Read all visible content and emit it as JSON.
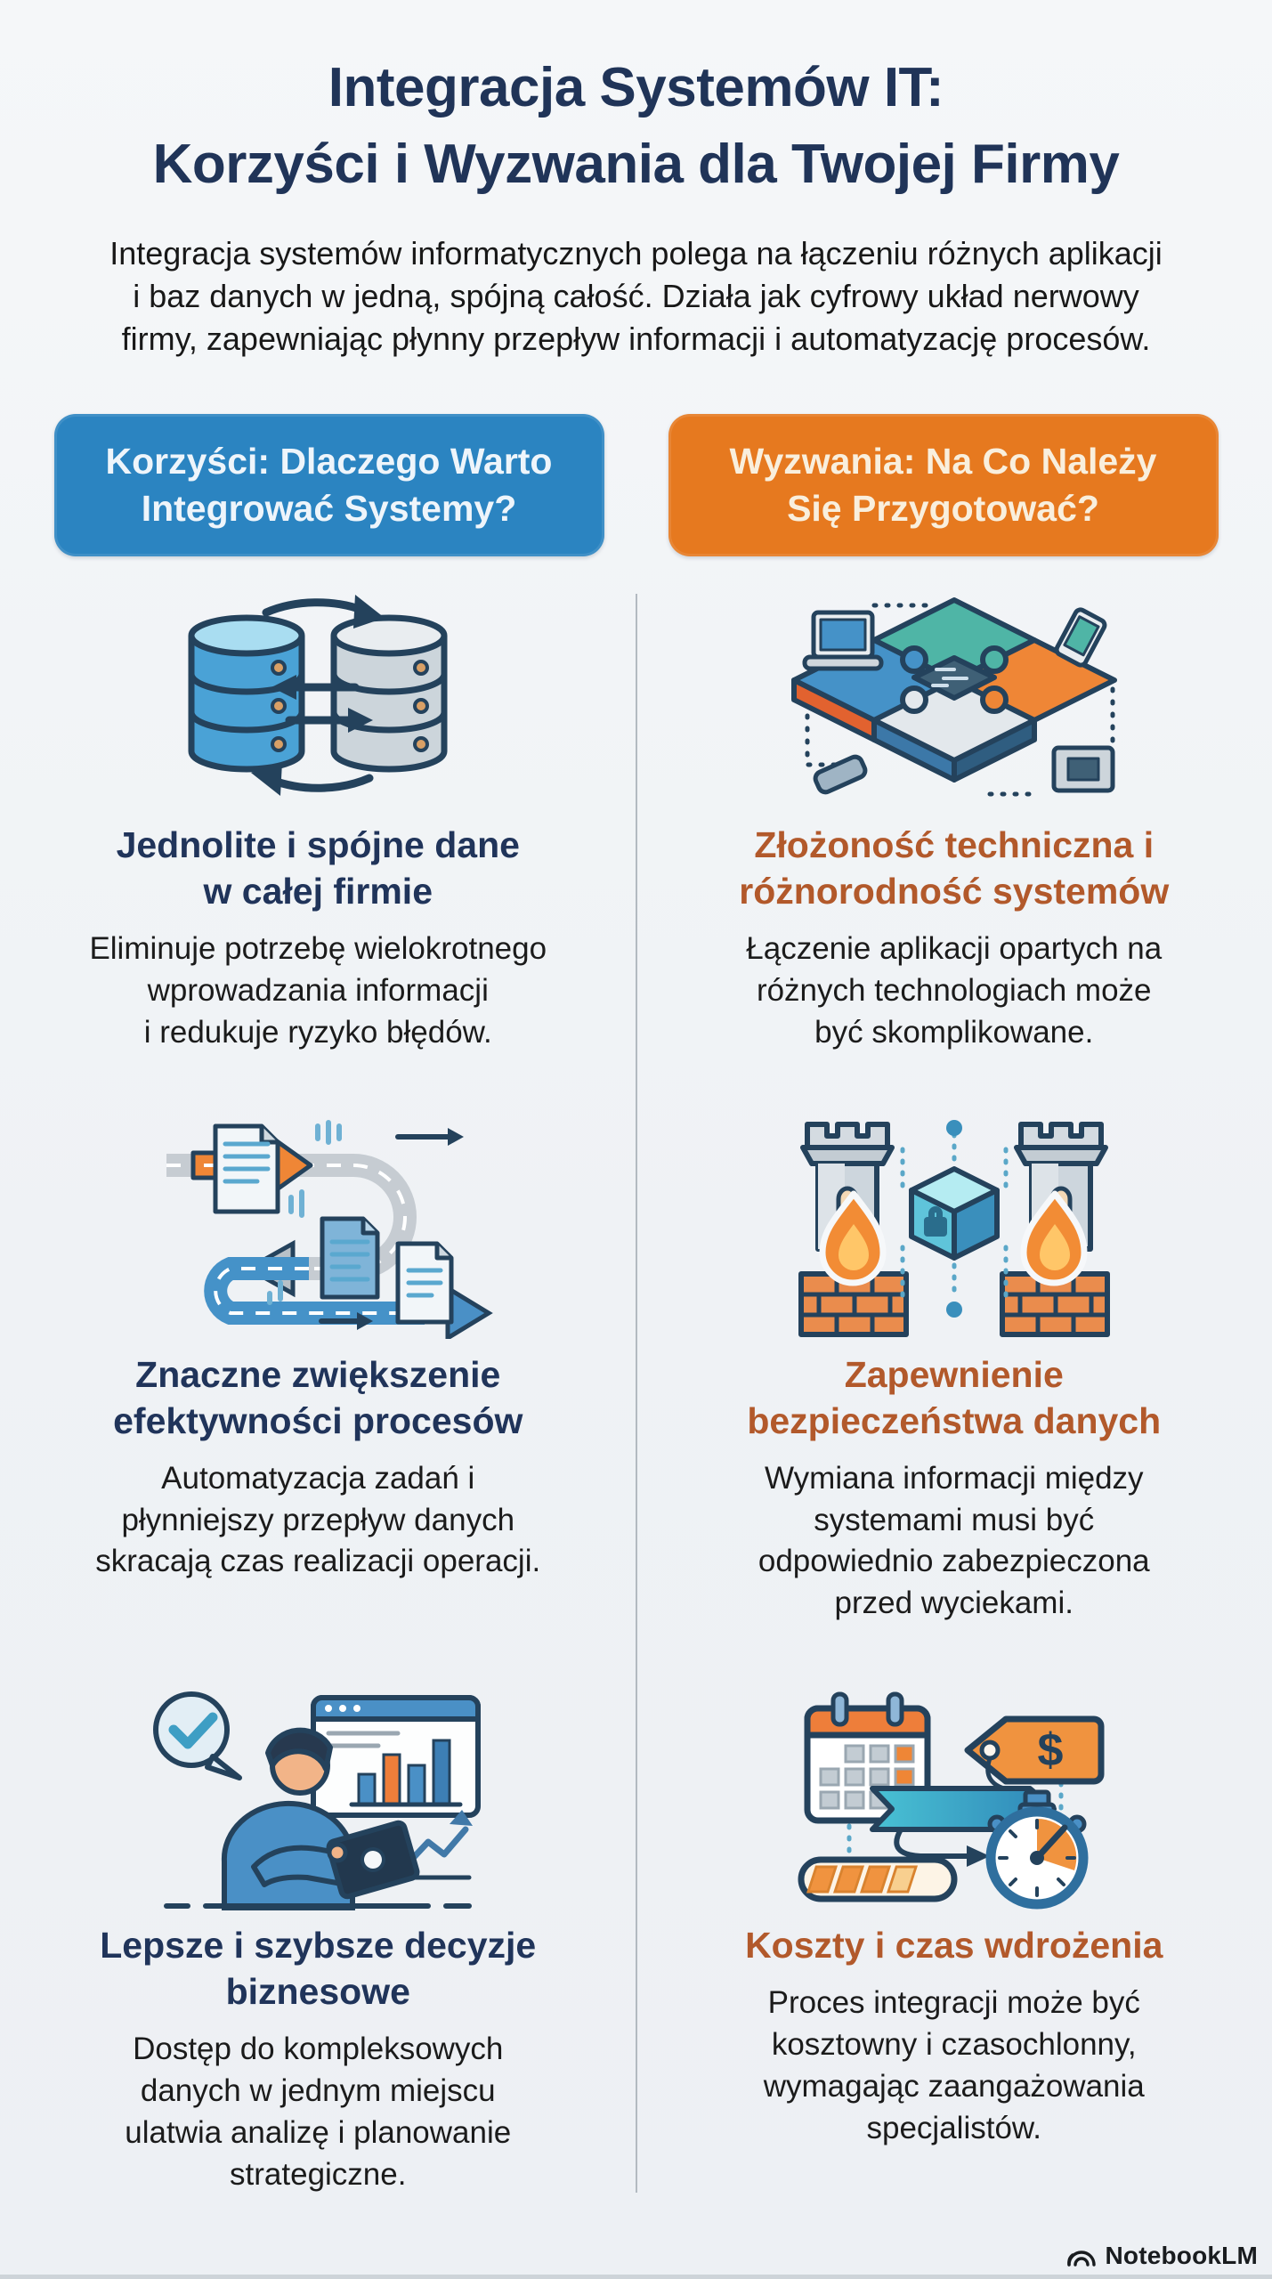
{
  "page": {
    "title": "Integracja Systemów IT:\nKorzyści i Wyzwania dla Twojej Firmy",
    "intro": "Integracja systemów informatycznych polega na łączeniu różnych aplikacji\ni baz danych w jedną, spójną całość. Działa jak cyfrowy układ nerwowy\nfirmy, zapewniając płynny przepływ informacji i automatyzację procesów."
  },
  "columns": {
    "benefits": {
      "header": "Korzyści: Dlaczego Warto\nIntegrować Systemy?",
      "header_color": "#2b84c1",
      "heading_color": "#20345a",
      "items": [
        {
          "icon": "database-sync-icon",
          "heading": "Jednolite i spójne dane\nw całej firmie",
          "text": "Eliminuje potrzebę wielokrotnego\nwprowadzania informacji\ni redukuje ryzyko błędów."
        },
        {
          "icon": "process-flow-icon",
          "heading": "Znaczne zwiększenie\nefektywności procesów",
          "text": "Automatyzacja zadań i\npłynniejszy przepływ danych\nskracają czas realizacji operacji."
        },
        {
          "icon": "analyst-tablet-icon",
          "heading": "Lepsze i szybsze decyzje\nbiznesowe",
          "text": "Dostęp do kompleksowych\ndanych w jednym miejscu\nulatwia analizę i planowanie\nstrategiczne."
        }
      ]
    },
    "challenges": {
      "header": "Wyzwania: Na Co Należy\nSię Przygotować?",
      "header_color": "#e6791f",
      "heading_color": "#b2592b",
      "items": [
        {
          "icon": "puzzle-systems-icon",
          "heading": "Złożoność techniczna i\nróżnorodność systemów",
          "text": "Łączenie aplikacji opartych na\nróżnych technologiach może\nbyć skomplikowane."
        },
        {
          "icon": "firewall-towers-icon",
          "heading": "Zapewnienie\nbezpieczeństwa danych",
          "text": "Wymiana informacji między\nsystemami musi być\nodpowiednio zabezpieczona\nprzed wyciekami."
        },
        {
          "icon": "cost-time-icon",
          "heading": "Koszty i czas wdrożenia",
          "text": "Proces integracji może być\nkosztowny i czasochlonny,\nwymagając zaangażowania\nspecjalistów."
        }
      ]
    }
  },
  "footer": {
    "brand": "NotebookLM"
  },
  "colors": {
    "background": "#eff2f5",
    "title": "#203458",
    "body_text": "#1b1b1b",
    "divider": "#b3bac1",
    "icon_outline": "#24425c",
    "accent_blue": "#4592c8",
    "accent_orange": "#ef8636",
    "accent_teal": "#4fb5a6"
  }
}
